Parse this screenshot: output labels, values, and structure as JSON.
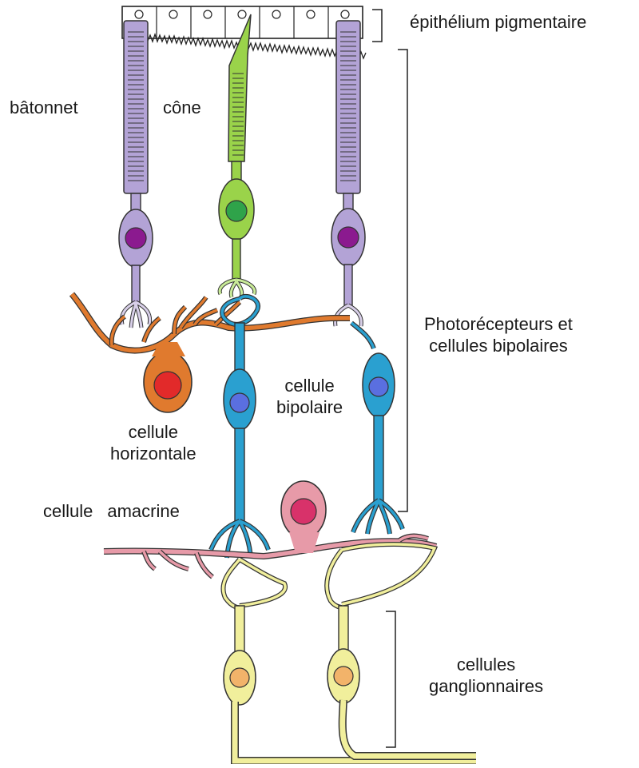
{
  "labels": {
    "epithelium": "épithélium pigmentaire",
    "batonnet": "bâtonnet",
    "cone": "cône",
    "photorecepteurs_line1": "Photorécepteurs et",
    "photorecepteurs_line2": "cellules bipolaires",
    "bipolaire_line1": "cellule",
    "bipolaire_line2": "bipolaire",
    "horizontale_line1": "cellule",
    "horizontale_line2": "horizontale",
    "amacrine_word1": "cellule",
    "amacrine_word2": "amacrine",
    "ganglion_line1": "cellules",
    "ganglion_line2": "ganglionnaires"
  },
  "colors": {
    "rod": "#b3a3d6",
    "rod_nucleus": "#8b1a8f",
    "cone": "#9ad34a",
    "cone_nucleus": "#2fa34a",
    "bipolar": "#2aa0d0",
    "bipolar_nucleus": "#5a6fe0",
    "horizontal": "#e07a2e",
    "horizontal_nucleus": "#e22a2a",
    "amacrine": "#e79aa8",
    "amacrine_nucleus": "#d8326a",
    "ganglion": "#f1ef9c",
    "ganglion_nucleus": "#f2b36a"
  }
}
